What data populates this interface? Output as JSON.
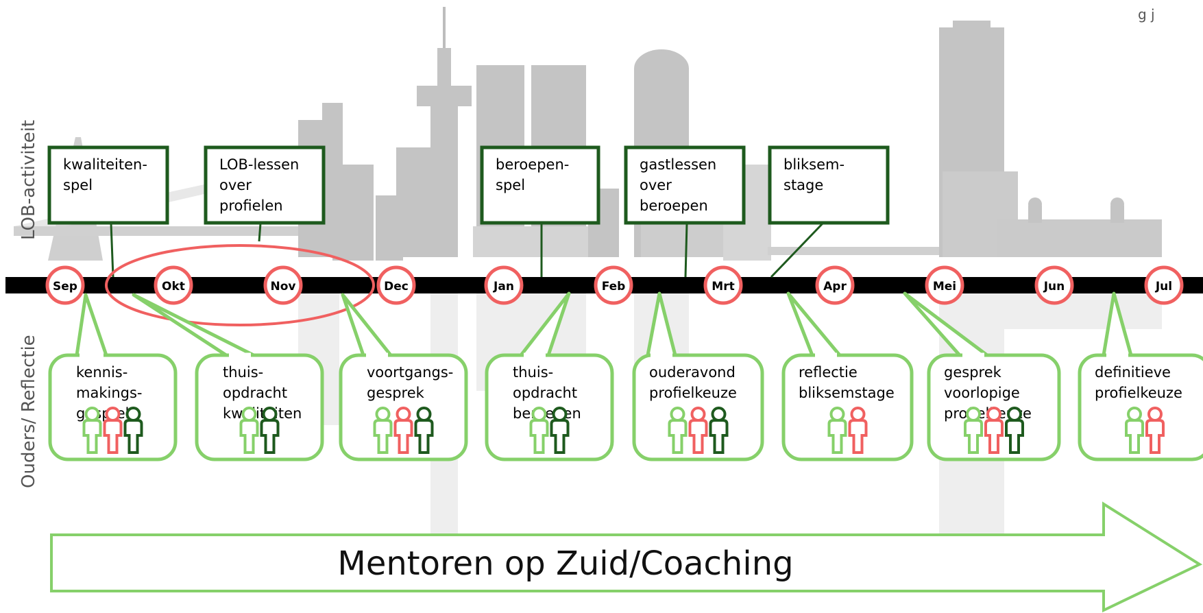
{
  "side_labels": {
    "top": "LOB-activiteit",
    "bottom": "Ouders/ Reflectie"
  },
  "corner_text": "g   j",
  "months": [
    "Sep",
    "Okt",
    "Nov",
    "Dec",
    "Jan",
    "Feb",
    "Mrt",
    "Apr",
    "Mei",
    "Jun",
    "Jul"
  ],
  "lob_activities": [
    {
      "lines": [
        "kwaliteiten-",
        "spel"
      ],
      "month": "Sep"
    },
    {
      "lines": [
        "LOB-lessen",
        "over",
        "profielen"
      ],
      "month": "Okt–Nov"
    },
    {
      "lines": [
        "beroepen-",
        "spel"
      ],
      "month": "Jan"
    },
    {
      "lines": [
        "gastlessen",
        "over",
        "beroepen"
      ],
      "month": "Feb"
    },
    {
      "lines": [
        "bliksem-",
        "stage"
      ],
      "month": "Mrt"
    }
  ],
  "reflection_activities": [
    {
      "lines": [
        "kennis-",
        "makings-",
        "gesprek"
      ],
      "people": [
        "green",
        "red",
        "darkgreen"
      ]
    },
    {
      "lines": [
        "thuis-",
        "opdracht",
        "kwaliteiten"
      ],
      "people": [
        "green",
        "darkgreen"
      ]
    },
    {
      "lines": [
        "voortgangs-",
        "gesprek"
      ],
      "people": [
        "green",
        "red",
        "darkgreen"
      ]
    },
    {
      "lines": [
        "thuis-",
        "opdracht",
        "beroepen"
      ],
      "people": [
        "green",
        "darkgreen"
      ]
    },
    {
      "lines": [
        "ouderavond",
        "profielkeuze"
      ],
      "people": [
        "green",
        "red",
        "darkgreen"
      ]
    },
    {
      "lines": [
        "reflectie",
        "bliksemstage"
      ],
      "people": [
        "green",
        "red"
      ]
    },
    {
      "lines": [
        "gesprek",
        "voorlopige",
        "profielkeuze"
      ],
      "people": [
        "green",
        "red",
        "darkgreen"
      ]
    },
    {
      "lines": [
        "definitieve",
        "profielkeuze"
      ],
      "people": [
        "green",
        "red"
      ]
    }
  ],
  "arrow_label": "Mentoren op Zuid/Coaching",
  "colors": {
    "timeline": "#000000",
    "month_ring": "#f06060",
    "lob_border": "#1e5a1e",
    "bubble_border": "#86d06a",
    "person_green": "#86d06a",
    "person_red": "#f06060",
    "person_darkgreen": "#1e5a1e",
    "skyline": "#b9b9b9",
    "reflection": "#ececec"
  }
}
